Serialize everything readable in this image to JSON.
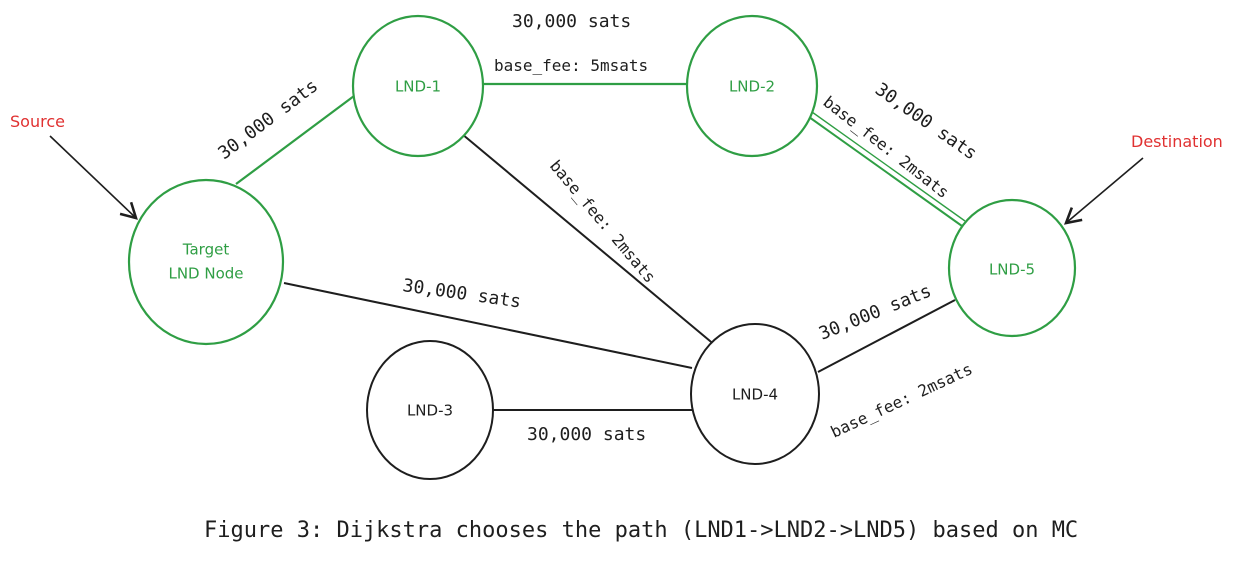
{
  "colors": {
    "path": "#2f9e44",
    "default": "#1e1e1e",
    "annotation": "#e03131"
  },
  "nodes": {
    "target": {
      "line1": "Target",
      "line2": "LND Node"
    },
    "lnd1": {
      "label": "LND-1"
    },
    "lnd2": {
      "label": "LND-2"
    },
    "lnd3": {
      "label": "LND-3"
    },
    "lnd4": {
      "label": "LND-4"
    },
    "lnd5": {
      "label": "LND-5"
    }
  },
  "annotations": {
    "source": "Source",
    "destination": "Destination"
  },
  "edge_labels": {
    "target_lnd1_capacity": "30,000 sats",
    "lnd1_lnd2_capacity": "30,000 sats",
    "lnd1_lnd2_fee": "base_fee: 5msats",
    "lnd2_lnd5_capacity": "30,000 sats",
    "lnd2_lnd5_fee": "base_fee: 2msats",
    "lnd1_lnd4_fee": "base_fee: 2msats",
    "target_lnd4_capacity": "30,000 sats",
    "lnd4_lnd5_capacity": "30,000 sats",
    "lnd4_lnd5_fee": "base_fee: 2msats",
    "lnd3_lnd4_capacity": "30,000 sats"
  },
  "caption": "Figure 3: Dijkstra chooses the path (LND1->LND2->LND5) based on MC"
}
